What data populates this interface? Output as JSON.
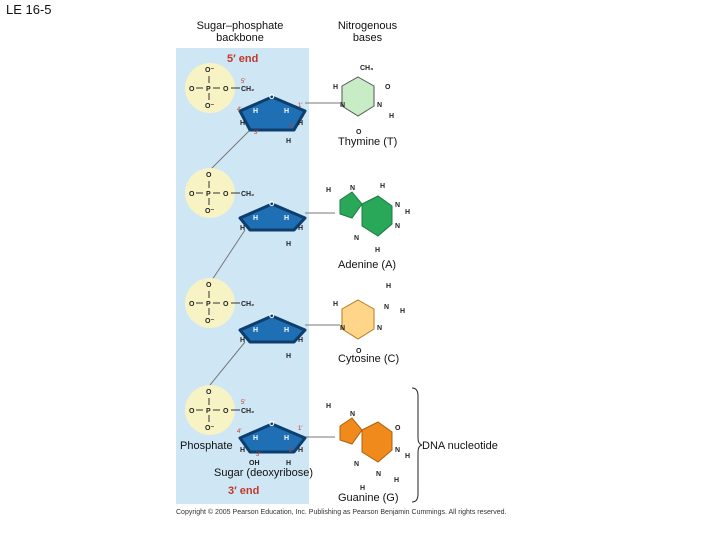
{
  "header": {
    "figure_label": "LE 16-5",
    "backbone_label": [
      "Sugar–phosphate",
      "backbone"
    ],
    "bases_label": [
      "Nitrogenous",
      "bases"
    ]
  },
  "strand": {
    "five_prime_end": "5′ end",
    "three_prime_end": "3′ end"
  },
  "bases": [
    {
      "name": "Thymine (T)",
      "color": "#c8ecc6"
    },
    {
      "name": "Adenine (A)",
      "color": "#2aa85a"
    },
    {
      "name": "Cytosine (C)",
      "color": "#ffd58a"
    },
    {
      "name": "Guanine (G)",
      "color": "#f08a1c"
    }
  ],
  "labels": {
    "phosphate": "Phosphate",
    "sugar": "Sugar (deoxyribose)",
    "nucleotide": "DNA nucleotide"
  },
  "copyright": "Copyright © 2005 Pearson Education, Inc. Publishing as Pearson Benjamin Cummings. All rights reserved.",
  "colors": {
    "backbone_band": "#cfe6f5",
    "phosphate_circle": "#f7f3c4",
    "sugar_ring": "#1f6fb5"
  }
}
